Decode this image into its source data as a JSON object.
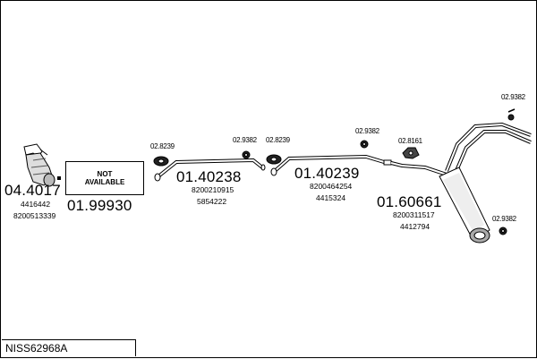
{
  "diagram": {
    "vehicle_code": "NISS62968A",
    "not_available_box": {
      "line1": "NOT",
      "line2": "AVAILABLE"
    },
    "parts": [
      {
        "id": "catalyst",
        "part_no": "04.4017",
        "refs": [
          "4416442",
          "8200513339"
        ]
      },
      {
        "id": "missing-pipe",
        "part_no": "01.99930"
      },
      {
        "id": "middle-pipe-1",
        "part_no": "01.40238",
        "refs": [
          "8200210915",
          "5854222"
        ]
      },
      {
        "id": "middle-pipe-2",
        "part_no": "01.40239",
        "refs": [
          "8200464254",
          "4415324"
        ]
      },
      {
        "id": "rear-silencer",
        "part_no": "01.60661",
        "refs": [
          "8200311517",
          "4412794"
        ]
      }
    ],
    "fittings": [
      {
        "id": "clamp-1",
        "part_no": "02.8239"
      },
      {
        "id": "hanger-1",
        "part_no": "02.9382"
      },
      {
        "id": "clamp-2",
        "part_no": "02.8239"
      },
      {
        "id": "hanger-2",
        "part_no": "02.9382"
      },
      {
        "id": "hanger-3",
        "part_no": "02.8161"
      },
      {
        "id": "hanger-4",
        "part_no": "02.9382"
      },
      {
        "id": "hanger-5",
        "part_no": "02.9382"
      }
    ]
  }
}
